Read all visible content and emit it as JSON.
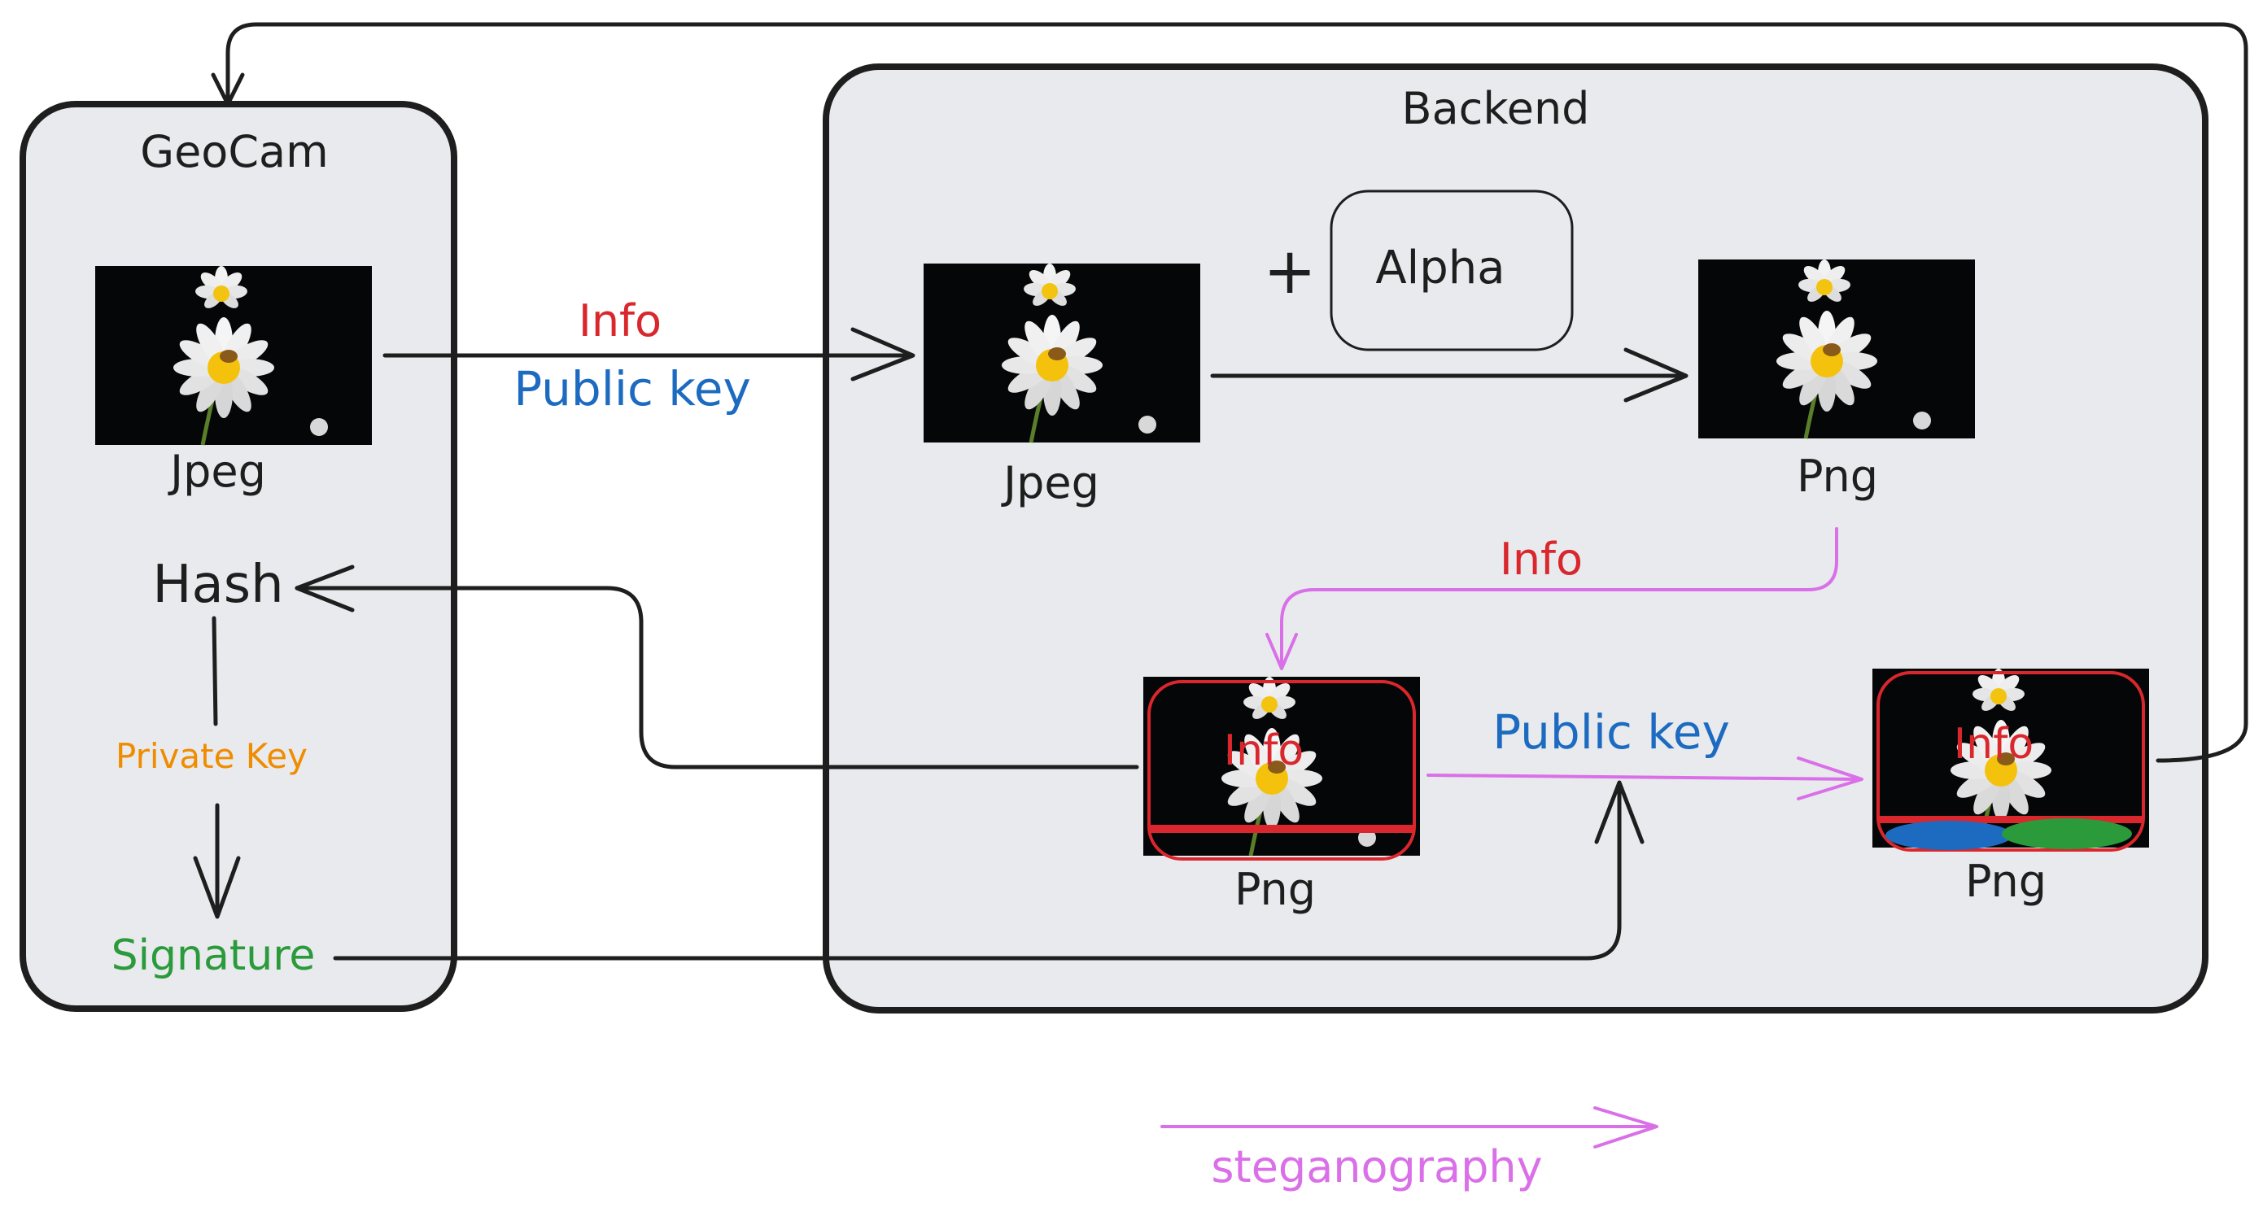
{
  "geocam": {
    "title": "GeoCam",
    "jpeg_label": "Jpeg",
    "hash_label": "Hash",
    "private_key_label": "Private Key",
    "signature_label": "Signature"
  },
  "backend": {
    "title": "Backend",
    "jpeg_label": "Jpeg",
    "plus_sign": "+",
    "alpha_label": "Alpha",
    "png_label": "Png",
    "png_signed_label": "Png",
    "png_final_label": "Png",
    "info_overlay": "Info",
    "info_overlay_final": "Info"
  },
  "edges": {
    "upload_info": "Info",
    "upload_public_key": "Public key",
    "embed_info": "Info",
    "embed_public_key": "Public key"
  },
  "legend": {
    "steganography": "steganography"
  },
  "colors": {
    "info": "#d9272d",
    "public_key": "#1c6bc1",
    "private_key": "#f08c00",
    "signature": "#2b9a3b",
    "steganography": "#da70e8",
    "box_fill": "#e8eaed",
    "stroke": "#1e1e1e"
  },
  "icons": [
    "daisy-photo",
    "arrow-icon"
  ]
}
